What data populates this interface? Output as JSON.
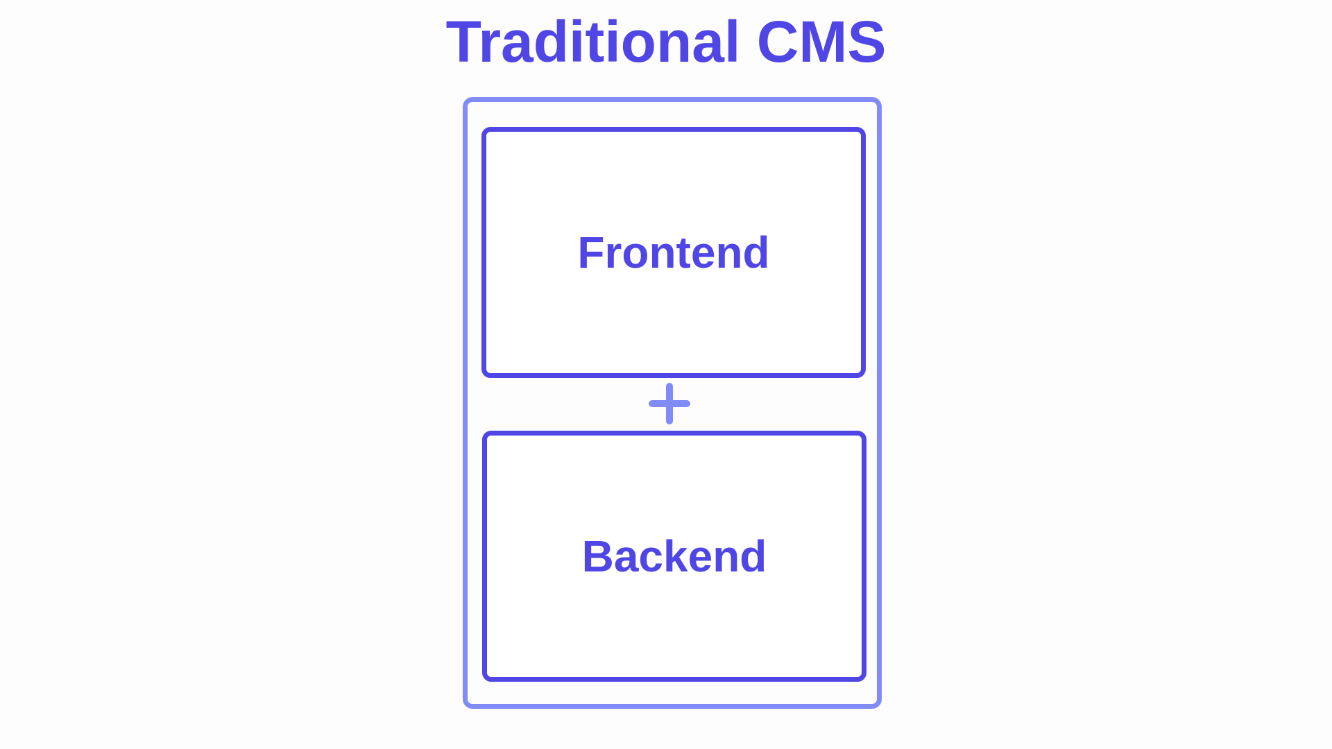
{
  "diagram": {
    "title": "Traditional CMS",
    "outer_container": {
      "components": [
        {
          "id": "frontend",
          "label": "Frontend"
        },
        {
          "id": "backend",
          "label": "Backend"
        }
      ],
      "connector_icon": "plus-icon"
    }
  },
  "colors": {
    "primary": "#4f46e5",
    "secondary": "#818cf8",
    "background": "#fdfdfd"
  }
}
